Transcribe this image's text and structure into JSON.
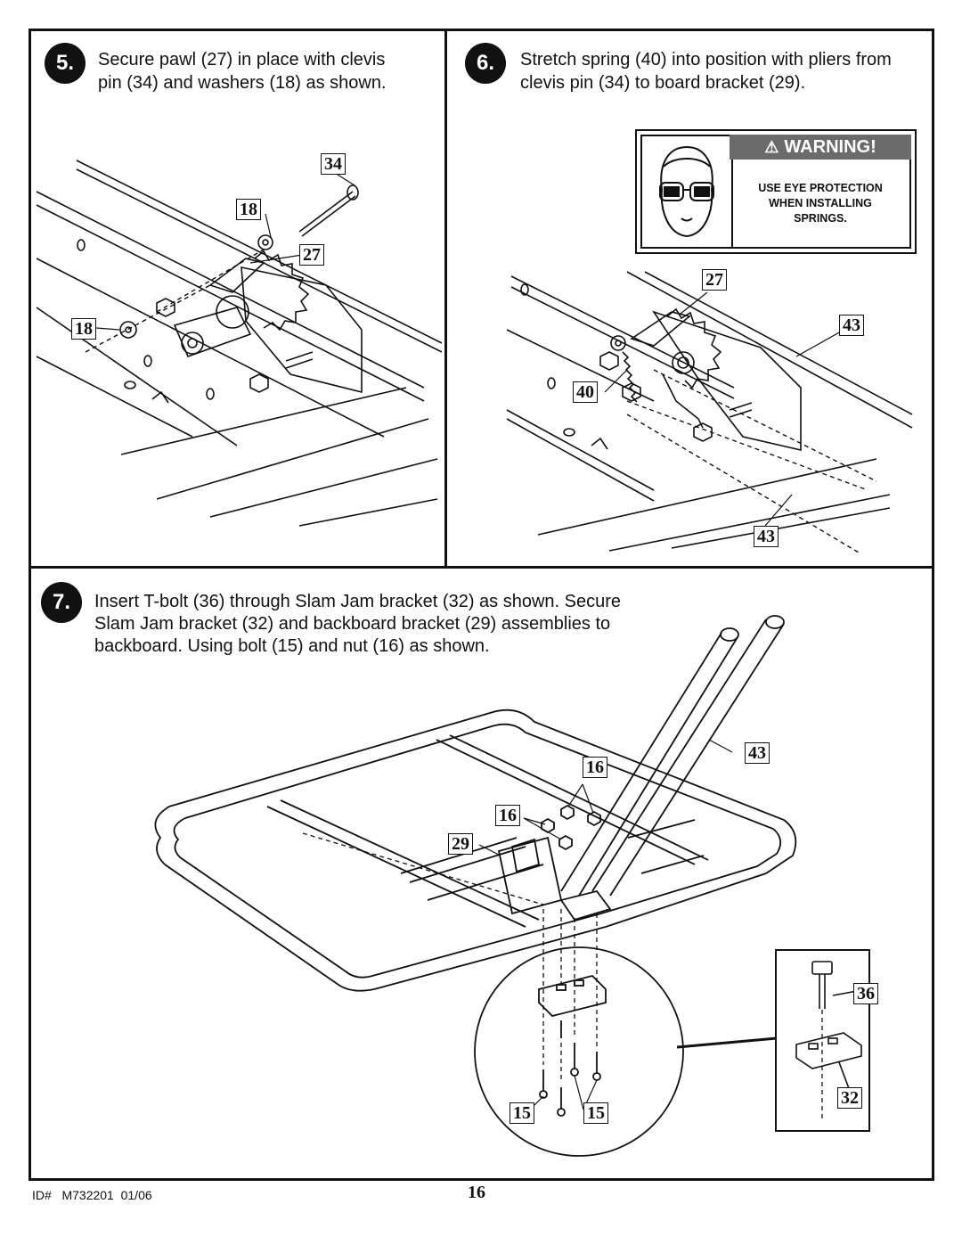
{
  "steps": [
    {
      "number": "5.",
      "text_line1": "Secure pawl (27) in place with clevis",
      "text_line2": "pin (34) and washers (18) as shown."
    },
    {
      "number": "6.",
      "text_line1": "Stretch spring (40) into position with pliers from",
      "text_line2": "clevis pin (34) to board bracket (29)."
    },
    {
      "number": "7.",
      "text_line1": "Insert T-bolt (36) through Slam Jam bracket (32) as shown. Secure",
      "text_line2": "Slam Jam bracket (32) and backboard bracket (29) assemblies to",
      "text_line3": "backboard. Using bolt (15) and nut (16) as shown."
    }
  ],
  "warning": {
    "title": "WARNING!",
    "line1": "USE EYE PROTECTION",
    "line2": "WHEN INSTALLING",
    "line3": "SPRINGS."
  },
  "callouts": {
    "s5_34": "34",
    "s5_18a": "18",
    "s5_27": "27",
    "s5_18b": "18",
    "s6_27": "27",
    "s6_43a": "43",
    "s6_40": "40",
    "s6_43b": "43",
    "s7_43": "43",
    "s7_16a": "16",
    "s7_16b": "16",
    "s7_29": "29",
    "s7_36": "36",
    "s7_32": "32",
    "s7_15a": "15",
    "s7_15b": "15"
  },
  "footer": {
    "id": "ID#   M732201  01/06",
    "page": "16"
  }
}
